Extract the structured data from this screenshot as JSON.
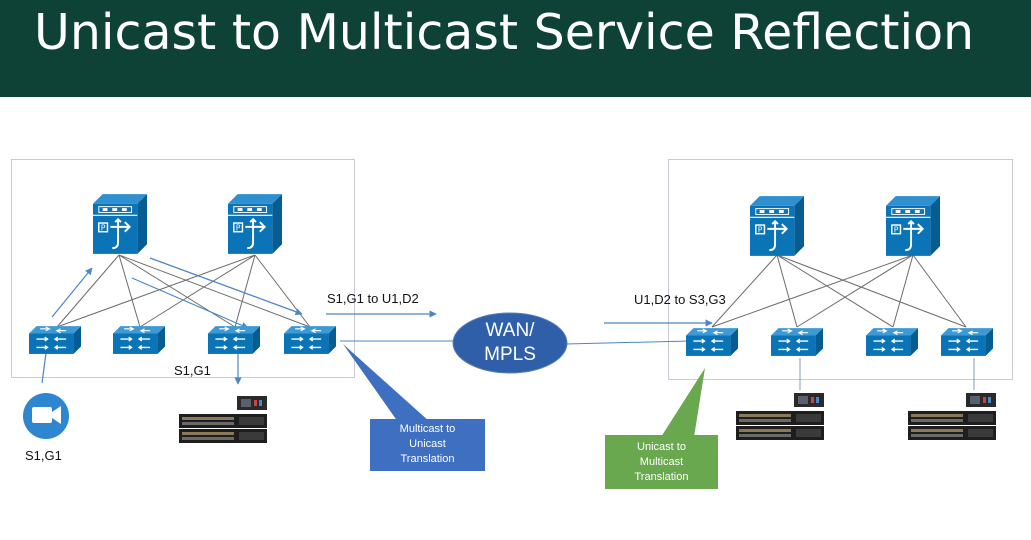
{
  "title": "Unicast to Multicast Service Reflection",
  "colors": {
    "title_bar": "#0f4236",
    "device_blue": "#0a74b6",
    "arrow_blue": "#4a86c8",
    "wan_oval": "#2f5fa8",
    "callout_blue": "#3e6fc1",
    "callout_green": "#6aa84f",
    "mesh_line": "#6b6b6b"
  },
  "icons": [
    "router-icon",
    "switch-icon",
    "camera-icon",
    "receiver-rack-icon"
  ],
  "left_site": {
    "source_camera_label": "S1,G1",
    "receiver_label": "S1,G1"
  },
  "flow_left": "S1,G1 to U1,D2",
  "flow_right": "U1,D2 to S3,G3",
  "wan": "WAN/\nMPLS",
  "callout_left": "Multicast to\nUnicast\nTranslation",
  "callout_right": "Unicast to\nMulticast\nTranslation"
}
